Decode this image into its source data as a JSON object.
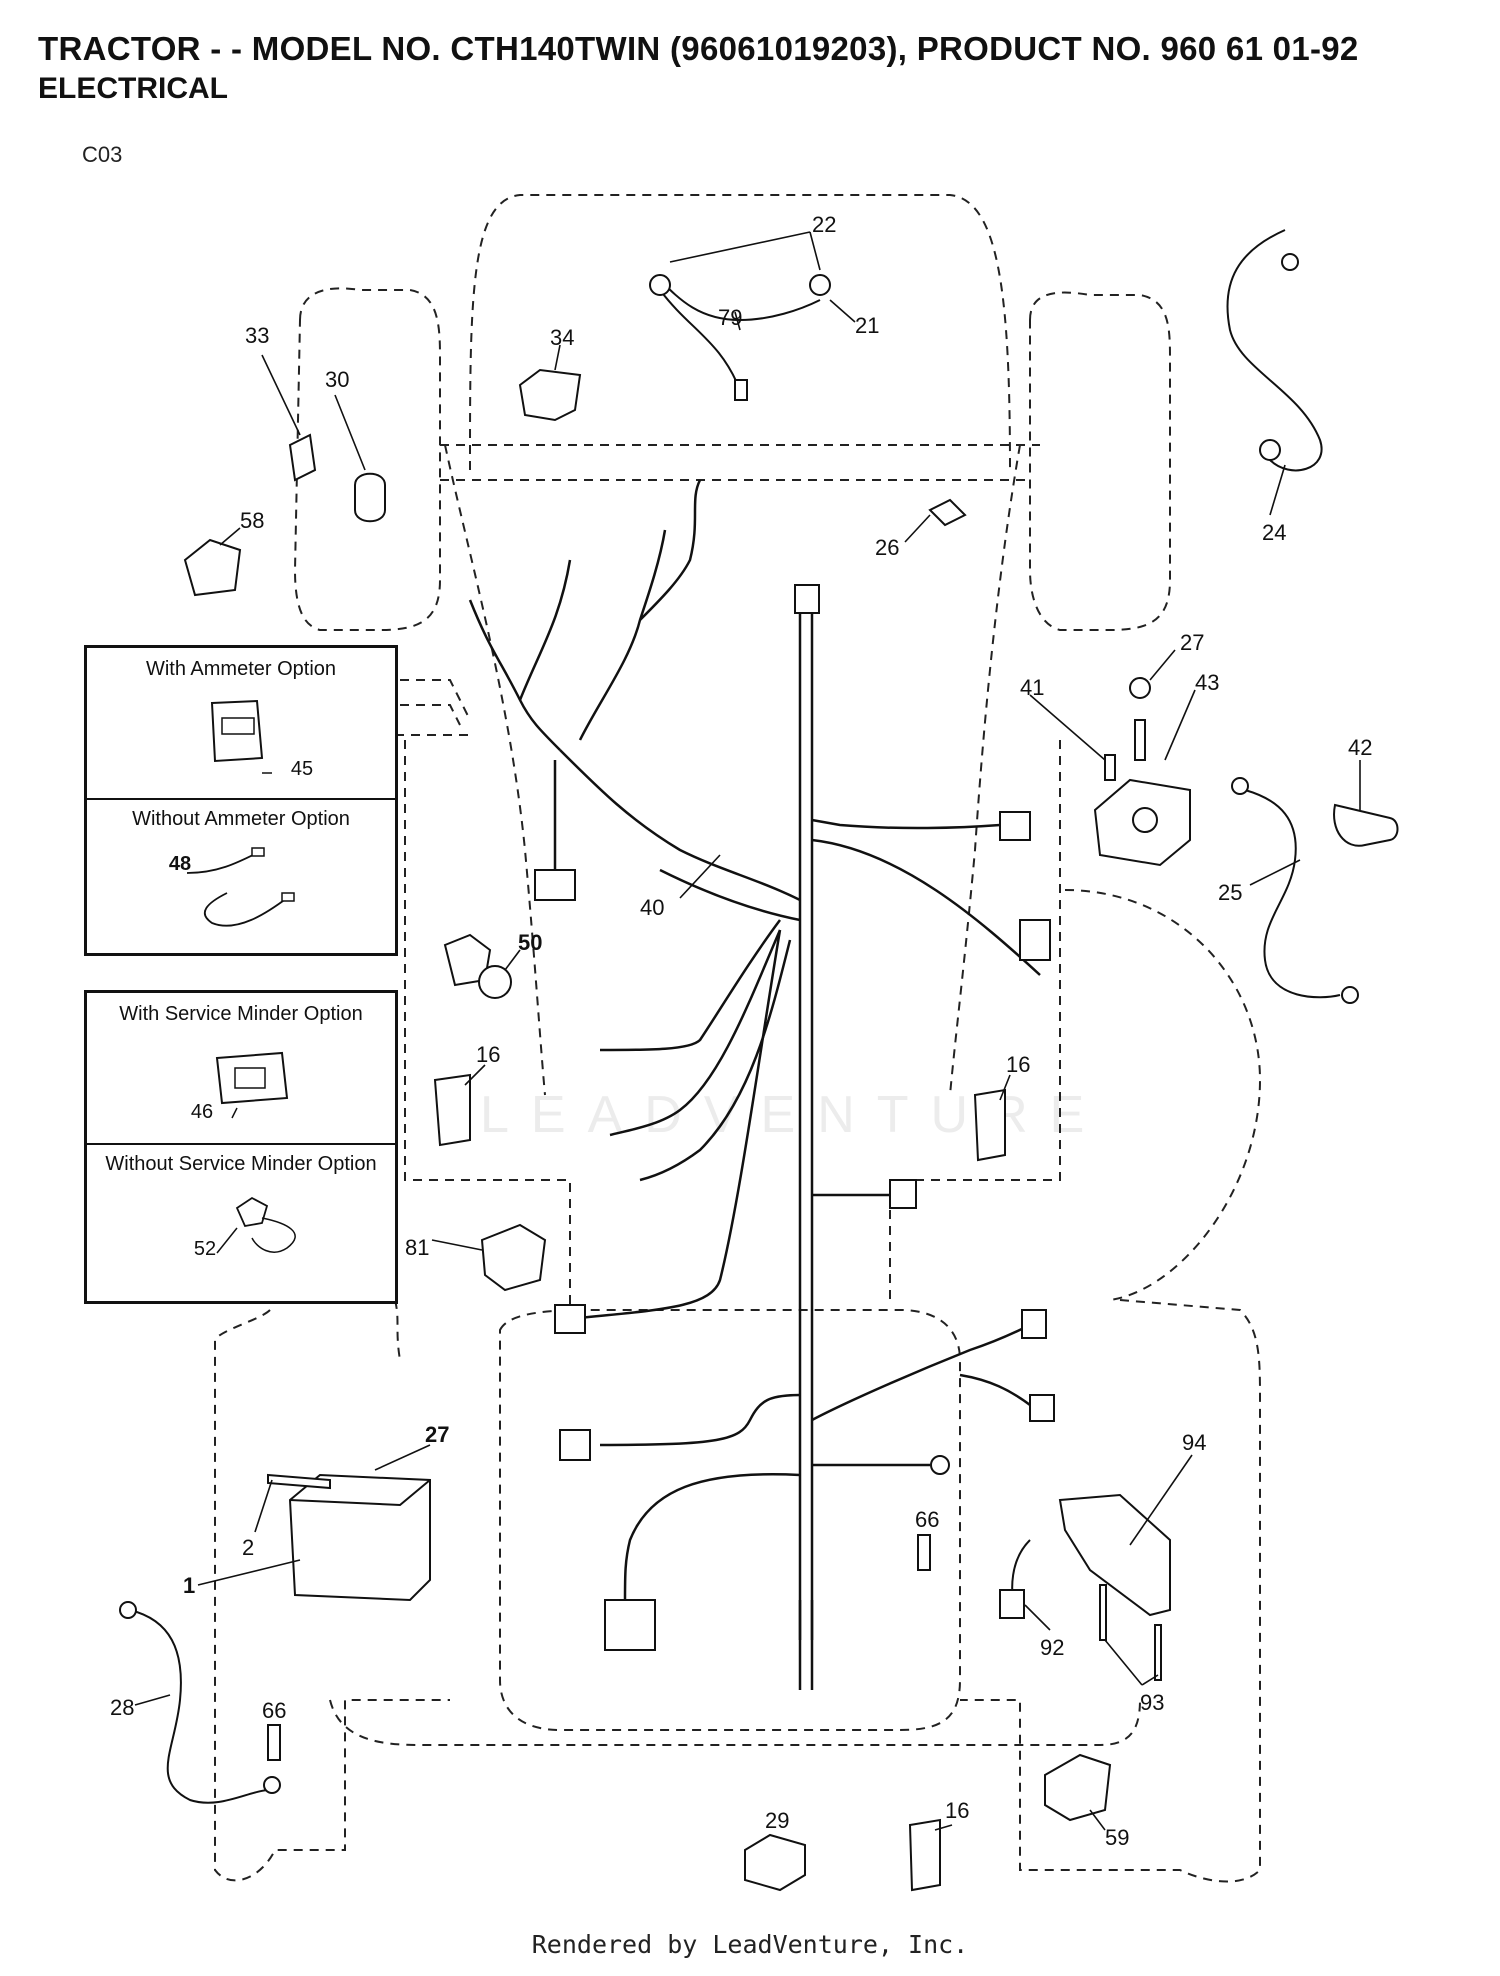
{
  "header": {
    "title": "TRACTOR - - MODEL NO. CTH140TWIN (96061019203), PRODUCT NO. 960 61 01-92",
    "subtitle": "ELECTRICAL",
    "diagram_code": "C03"
  },
  "options": {
    "ammeter": {
      "with_label": "With Ammeter Option",
      "with_part": "45",
      "without_label": "Without Ammeter Option",
      "without_part": "48"
    },
    "service_minder": {
      "with_label": "With Service Minder Option",
      "with_part": "46",
      "without_label": "Without Service Minder Option",
      "without_part": "52"
    }
  },
  "callouts": {
    "p22": "22",
    "p21": "21",
    "p79": "79",
    "p34": "34",
    "p33": "33",
    "p30": "30",
    "p58": "58",
    "p26": "26",
    "p24": "24",
    "p27a": "27",
    "p41": "41",
    "p43": "43",
    "p42": "42",
    "p25": "25",
    "p40": "40",
    "p50": "50",
    "p16a": "16",
    "p16b": "16",
    "p81": "81",
    "p27b": "27",
    "p2": "2",
    "p1": "1",
    "p28": "28",
    "p66a": "66",
    "p66b": "66",
    "p94": "94",
    "p92": "92",
    "p93": "93",
    "p29": "29",
    "p16c": "16",
    "p59": "59"
  },
  "watermark": "LEADVENTURE",
  "footer": "Rendered by LeadVenture, Inc."
}
